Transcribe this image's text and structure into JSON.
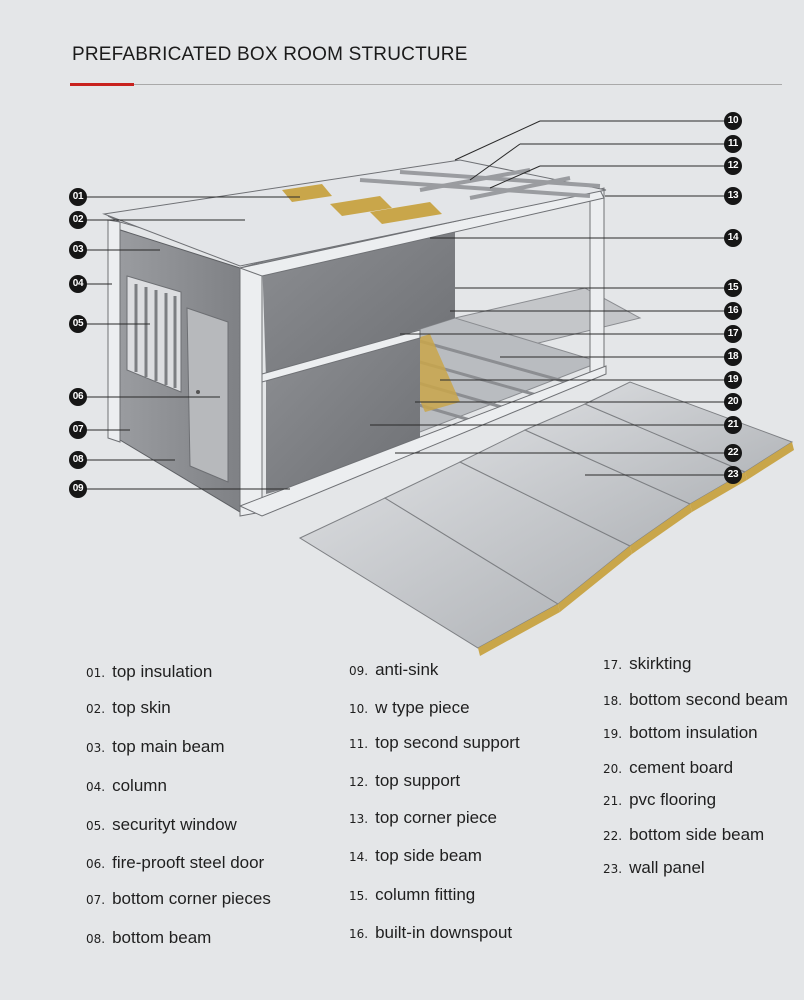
{
  "title": "PREFABRICATED BOX ROOM STRUCTURE",
  "callouts": [
    {
      "num": "01",
      "label": "top insulation"
    },
    {
      "num": "02",
      "label": "top skin"
    },
    {
      "num": "03",
      "label": "top main beam"
    },
    {
      "num": "04",
      "label": "column"
    },
    {
      "num": "05",
      "label": "securityt window"
    },
    {
      "num": "06",
      "label": "fire-prooft steel door"
    },
    {
      "num": "07",
      "label": "bottom corner pieces"
    },
    {
      "num": "08",
      "label": "bottom beam"
    },
    {
      "num": "09",
      "label": "anti-sink"
    },
    {
      "num": "10",
      "label": "w type piece"
    },
    {
      "num": "11",
      "label": "top second support"
    },
    {
      "num": "12",
      "label": "top support"
    },
    {
      "num": "13",
      "label": "top corner piece"
    },
    {
      "num": "14",
      "label": "top side beam"
    },
    {
      "num": "15",
      "label": "column fitting"
    },
    {
      "num": "16",
      "label": "built-in downspout"
    },
    {
      "num": "17",
      "label": "skirkting"
    },
    {
      "num": "18",
      "label": "bottom second beam"
    },
    {
      "num": "19",
      "label": "bottom insulation"
    },
    {
      "num": "20",
      "label": "cement board"
    },
    {
      "num": "21",
      "label": "pvc flooring"
    },
    {
      "num": "22",
      "label": "bottom side beam"
    },
    {
      "num": "23",
      "label": "wall panel"
    }
  ],
  "legend": [
    {
      "num": "01.",
      "label": "top insulation"
    },
    {
      "num": "02.",
      "label": "top skin"
    },
    {
      "num": "03.",
      "label": "top main beam"
    },
    {
      "num": "04.",
      "label": "column"
    },
    {
      "num": "05.",
      "label": "securityt window"
    },
    {
      "num": "06.",
      "label": "fire-prooft steel door"
    },
    {
      "num": "07.",
      "label": "bottom corner pieces"
    },
    {
      "num": "08.",
      "label": "bottom beam"
    },
    {
      "num": "09.",
      "label": "anti-sink"
    },
    {
      "num": "10.",
      "label": "w type piece"
    },
    {
      "num": "11.",
      "label": "top second support"
    },
    {
      "num": "12.",
      "label": "top support"
    },
    {
      "num": "13.",
      "label": "top corner piece"
    },
    {
      "num": "14.",
      "label": "top side beam"
    },
    {
      "num": "15.",
      "label": "column fitting"
    },
    {
      "num": "16.",
      "label": "built-in downspout"
    },
    {
      "num": "17.",
      "label": "skirkting"
    },
    {
      "num": "18.",
      "label": "bottom second beam"
    },
    {
      "num": "19.",
      "label": "bottom insulation"
    },
    {
      "num": "20.",
      "label": "cement board"
    },
    {
      "num": "21.",
      "label": "pvc flooring"
    },
    {
      "num": "22.",
      "label": "bottom side beam"
    },
    {
      "num": "23.",
      "label": "wall panel"
    }
  ],
  "colors": {
    "accent": "#c8221e",
    "background": "#e4e6e8",
    "badge": "#161616",
    "insulation": "#c9a64a"
  }
}
